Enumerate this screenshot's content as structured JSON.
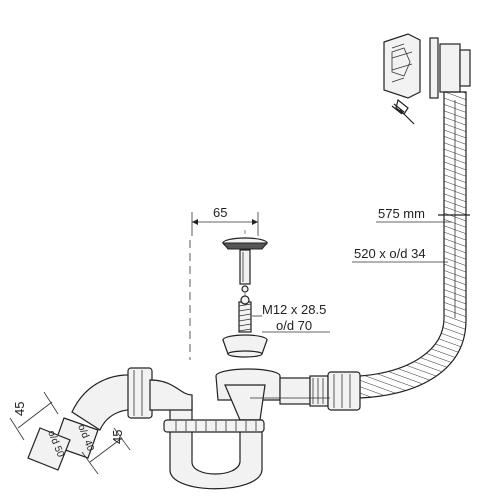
{
  "labels": {
    "dim_top": "65",
    "hose_length": "575 mm",
    "hose_spec": "520 x o/d 34",
    "thread": "M12 x 28.5",
    "outlet_od": "o/d 70",
    "dim_left_a": "45",
    "dim_left_b": "45",
    "pipe_od_40": "o/d 40",
    "pipe_od_50": "o/d 50"
  }
}
